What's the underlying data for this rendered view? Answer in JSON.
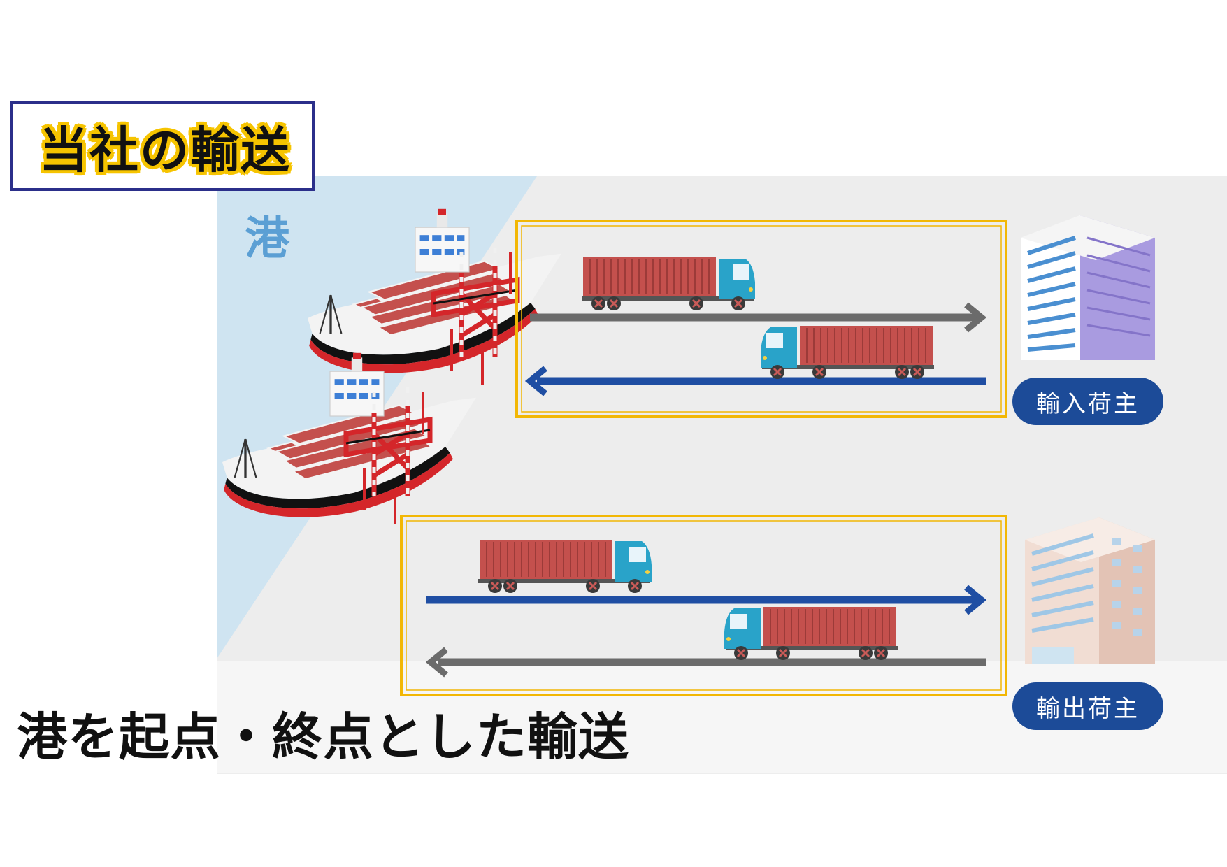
{
  "title": "当社の輸送",
  "port_label": "港",
  "caption": "港を起点・終点とした輸送",
  "shippers": {
    "import": "輸入荷主",
    "export": "輸出荷主"
  },
  "colors": {
    "sea": "#cfe4f1",
    "ground": "#ededed",
    "frame": "#f2b705",
    "arrow_gray": "#6b6b6b",
    "arrow_blue": "#1f4ea3",
    "container": "#c4504d",
    "cab": "#29a3c9",
    "pill": "#1c4b98"
  },
  "icons": [
    "container-ship-icon",
    "gantry-crane-icon",
    "container-truck-icon",
    "office-building-icon",
    "factory-building-icon"
  ]
}
